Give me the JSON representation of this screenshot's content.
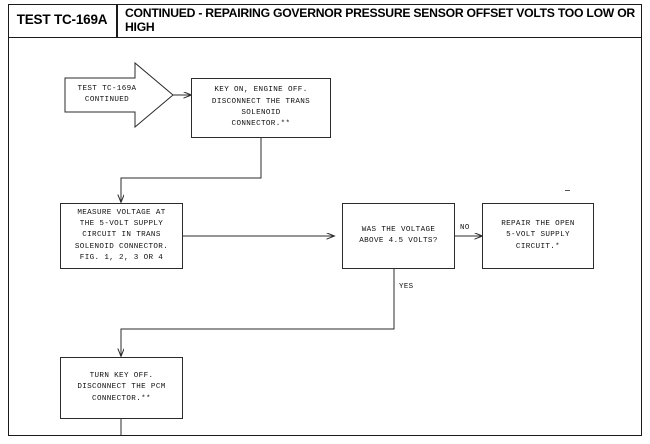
{
  "header": {
    "test_id": "TEST TC-169A",
    "title": "CONTINUED - REPAIRING GOVERNOR PRESSURE SENSOR OFFSET VOLTS TOO LOW OR HIGH"
  },
  "flow": {
    "start_arrow": {
      "label": "TEST TC-169A\nCONTINUED"
    },
    "nodes": [
      {
        "id": "key-on",
        "label": "KEY ON, ENGINE OFF.\nDISCONNECT THE TRANS\nSOLENOID\nCONNECTOR.**"
      },
      {
        "id": "measure-voltage",
        "label": "MEASURE VOLTAGE AT\nTHE 5-VOLT SUPPLY\nCIRCUIT IN TRANS\nSOLENOID CONNECTOR.\nFIG. 1, 2, 3 OR 4"
      },
      {
        "id": "voltage-decision",
        "label": "WAS THE VOLTAGE\nABOVE 4.5 VOLTS?"
      },
      {
        "id": "repair-open",
        "label": "REPAIR THE OPEN\n5-VOLT SUPPLY\nCIRCUIT.*"
      },
      {
        "id": "turn-key-off",
        "label": "TURN KEY OFF.\nDISCONNECT THE PCM\nCONNECTOR.**"
      }
    ],
    "edge_labels": {
      "no": "NO",
      "yes": "YES"
    }
  },
  "colors": {
    "ink": "#1a1a1a",
    "line": "#2b2b2b",
    "paper": "#ffffff"
  }
}
